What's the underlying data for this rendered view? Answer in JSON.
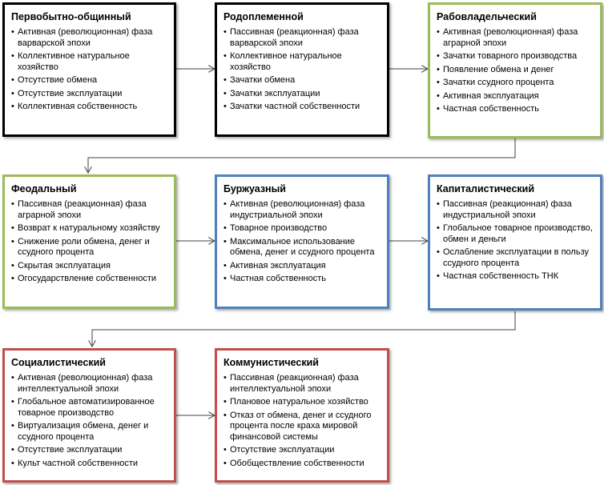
{
  "colors": {
    "row1": "#000000",
    "rab": "#9bbb59",
    "feod": "#9bbb59",
    "burzh": "#4f81bd",
    "kapit": "#4f81bd",
    "row3": "#c0504d",
    "arrow": "#404040"
  },
  "boxes": {
    "pervobytno": {
      "title": "Первобытно-общинный",
      "items": [
        "Активная (революционная) фаза варварской эпохи",
        "Коллективное натуральное хозяйство",
        "Отсутствие обмена",
        "Отсутствие эксплуатации",
        "Коллективная собственность"
      ]
    },
    "rodoplemennoy": {
      "title": "Родоплеменной",
      "items": [
        "Пассивная (реакционная) фаза варварской эпохи",
        "Коллективное натуральное хозяйство",
        "Зачатки обмена",
        "Зачатки эксплуатации",
        "Зачатки частной собственности"
      ]
    },
    "rabovladelchesky": {
      "title": "Рабовладельческий",
      "items": [
        "Активная (революционная) фаза аграрной эпохи",
        "Зачатки товарного производства",
        "Появление обмена и денег",
        "Зачатки ссудного процента",
        "Активная эксплуатация",
        "Частная собственность"
      ]
    },
    "feodalny": {
      "title": "Феодальный",
      "items": [
        "Пассивная (реакционная) фаза аграрной эпохи",
        "Возврат к натуральному хозяйству",
        "Снижение роли обмена, денег и ссудного процента",
        "Скрытая эксплуатация",
        "Огосударствление собственности"
      ]
    },
    "burzhuazny": {
      "title": "Буржуазный",
      "items": [
        "Активная (революционная) фаза индустриальной эпохи",
        "Товарное производство",
        "Максимальное использование обмена, денег и ссудного процента",
        "Активная эксплуатация",
        "Частная собственность"
      ]
    },
    "kapitalistichesky": {
      "title": "Капиталистический",
      "items": [
        "Пассивная (реакционная) фаза индустриальной эпохи",
        "Глобальное товарное производство, обмен и деньги",
        "Ослабление эксплуатации в пользу ссудного процента",
        "Частная собственность ТНК"
      ]
    },
    "socialistichesky": {
      "title": "Социалистический",
      "items": [
        "Активная (революционная) фаза интеллектуальной эпохи",
        "Глобальное автоматизированное товарное производство",
        "Виртуализация обмена, денег и ссудного процента",
        "Отсутствие эксплуатации",
        "Культ частной собственности"
      ]
    },
    "kommunistichesky": {
      "title": "Коммунистический",
      "items": [
        "Пассивная (реакционная) фаза интеллектуальной эпохи",
        "Плановое натуральное хозяйство",
        "Отказ от обмена, денег и ссудного процента после краха мировой финансовой системы",
        "Отсутствие эксплуатации",
        "Обобществление собственности"
      ]
    }
  }
}
